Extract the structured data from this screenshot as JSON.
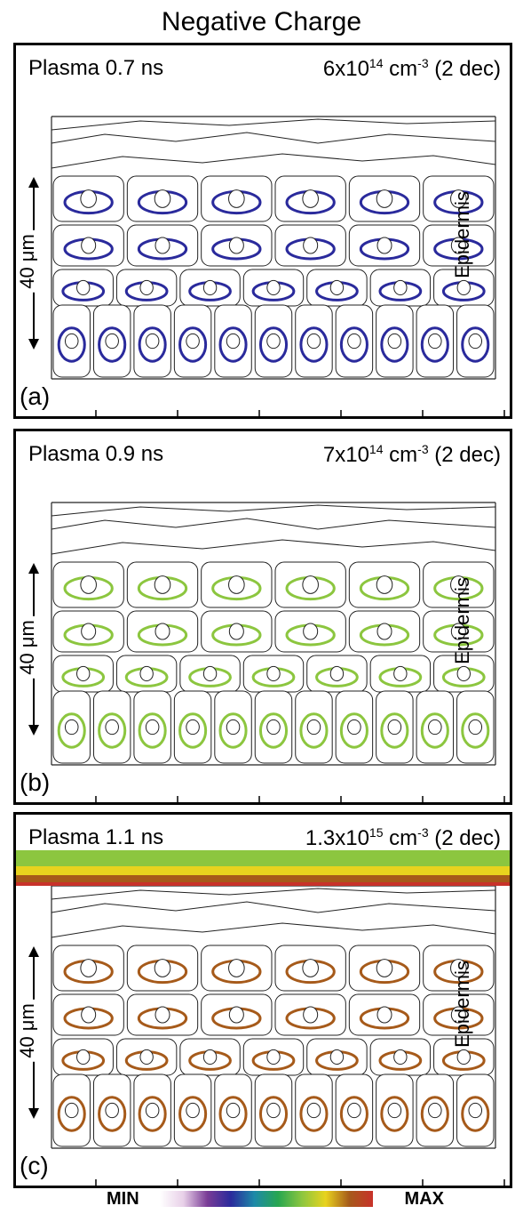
{
  "title": "Negative Charge",
  "panels": [
    {
      "letter": "(a)",
      "time": "Plasma 0.7 ns",
      "density_mant": "6x10",
      "density_exp": "14",
      "density_unit": " cm",
      "density_uexp": "-3",
      "density_tail": " (2 dec)",
      "scale": "40 μm",
      "region": "Epidermis",
      "surface_charge": false
    },
    {
      "letter": "(b)",
      "time": "Plasma 0.9 ns",
      "density_mant": "7x10",
      "density_exp": "14",
      "density_unit": " cm",
      "density_uexp": "-3",
      "density_tail": " (2 dec)",
      "scale": "40 μm",
      "region": "Epidermis",
      "surface_charge": false
    },
    {
      "letter": "(c)",
      "time": "Plasma 1.1 ns",
      "density_mant": "1.3x10",
      "density_exp": "15",
      "density_unit": " cm",
      "density_uexp": "-3",
      "density_tail": " (2 dec)",
      "scale": "40 μm",
      "region": "Epidermis",
      "surface_charge": true
    }
  ],
  "colorbar": {
    "min_label": "MIN",
    "max_label": "MAX",
    "colors": [
      "#ffffff",
      "#e8d0e8",
      "#7a3c96",
      "#2a2a9c",
      "#1d8aa8",
      "#27a650",
      "#8cc63f",
      "#e8d31e",
      "#a65a1a",
      "#c8322a"
    ]
  }
}
